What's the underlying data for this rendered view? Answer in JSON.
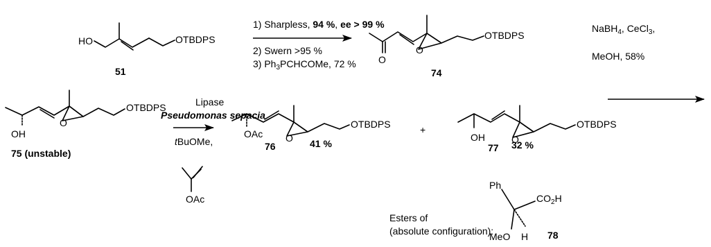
{
  "atoms": {
    "ho": "HO",
    "otbdps": "OTBDPS",
    "o": "O",
    "oh": "OH",
    "oac": "OAc",
    "h": "H",
    "ph": "Ph",
    "meo": "MeO",
    "plus": "+"
  },
  "labels": {
    "c51": "51",
    "c74": "74",
    "c75": "75 (unstable)",
    "c76": "76",
    "c77": "77",
    "c78": "78",
    "y76": "41 %",
    "y77": "32 %"
  },
  "step1": {
    "a_pre": "1) Sharpless, ",
    "a_bold1": "94 %",
    "a_mid": ", ",
    "a_bold2": "ee > 99 %",
    "b": "2) Swern >95 %",
    "c_pre": "3) Ph",
    "c_sub": "3",
    "c_post": "PCHCOMe, 72 %"
  },
  "step2": {
    "a_pre": "NaBH",
    "a_sub": "4",
    "a_mid": ", CeCl",
    "a_sub2": "3",
    "a_post": ",",
    "b": "MeOH, 58%"
  },
  "step3": {
    "enzyme": "Lipase",
    "organism": "Pseudomonas sepacia",
    "solvent_italic": "t",
    "solvent": "BuOMe,"
  },
  "footer": {
    "line1": "Esters of",
    "line2": "(absolute configuration):",
    "co2h_pre": "CO",
    "co2h_sub": "2",
    "co2h_post": "H"
  }
}
